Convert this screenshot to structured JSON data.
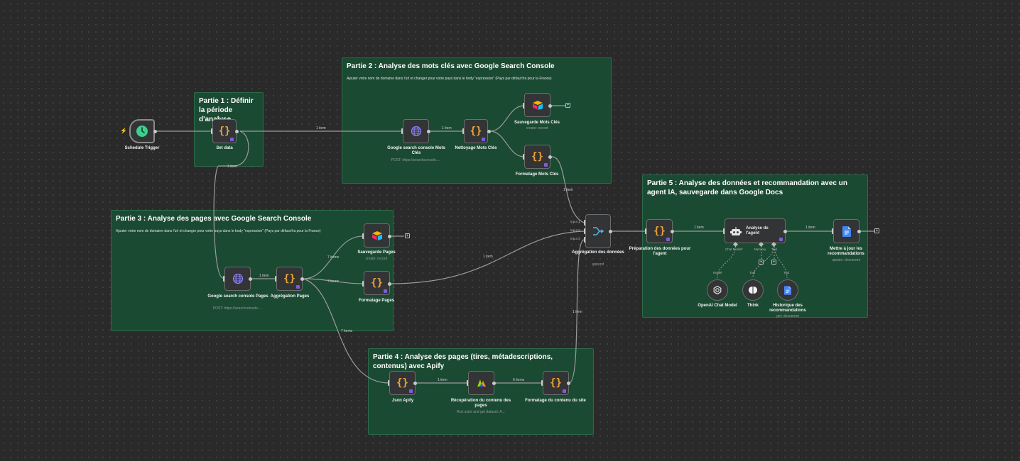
{
  "groups": {
    "p1": {
      "title": "Partie 1 : Définir la période d'analyse"
    },
    "p2": {
      "title": "Partie 2 : Analyse des mots clés avec Google Search Console",
      "note": "Ajouter votre nom de domaine dans l'url et changer pour votre pays dans le body \"expression\" (Pays par défaut:fra pour la France)"
    },
    "p3": {
      "title": "Partie 3 : Analyse des pages avec Google Search Console",
      "note": "Ajouter votre nom de domaine dans l'url et changer pour votre pays dans le body \"expression\" (Pays par défaut:fra pour la France)"
    },
    "p4": {
      "title": "Partie 4 : Analyse des pages (tires, métadescriptions, contenus) avec Apify"
    },
    "p5": {
      "title": "Partie 5 : Analyse des données et recommandation avec un agent IA, sauvegarde dans Google Docs"
    }
  },
  "nodes": {
    "schedule": {
      "label": "Schedule Trigger",
      "icon": "clock-icon"
    },
    "set_data": {
      "label": "Set data",
      "icon": "braces-icon"
    },
    "gsc_mots": {
      "label": "Google search console Mots Clés",
      "sub": "POST: https://searchconsole....",
      "icon": "globe-icon"
    },
    "nettoyage": {
      "label": "Nettoyage Mots Clés",
      "icon": "braces-icon"
    },
    "sauv_mots": {
      "label": "Sauvegarde Mots Clés",
      "sub": "create: record",
      "icon": "airtable-icon"
    },
    "format_mots": {
      "label": "Formatage Mots Clés",
      "icon": "braces-icon"
    },
    "gsc_pages": {
      "label": "Google search console Pages",
      "sub": "POST: https://searchconsole....",
      "icon": "globe-icon"
    },
    "aggr_pages": {
      "label": "Aggrégation Pages",
      "icon": "braces-icon"
    },
    "sauv_pages": {
      "label": "Sauvegarde Pages",
      "sub": "create: record",
      "icon": "airtable-icon"
    },
    "format_pages": {
      "label": "Formatage Pages",
      "icon": "braces-icon"
    },
    "json_apify": {
      "label": "Json Apify",
      "icon": "braces-icon"
    },
    "recup": {
      "label": "Récupération du contenu des pages",
      "sub": "Run actor and get dataset: A...",
      "icon": "apify-icon"
    },
    "format_site": {
      "label": "Formatage du contenu du site",
      "icon": "braces-icon"
    },
    "aggr_donnees": {
      "label": "Aggrégation des données",
      "sub": "append",
      "icon": "merge-icon"
    },
    "prep": {
      "label": "Préparation des données pour l'agent",
      "icon": "braces-icon"
    },
    "agent": {
      "label": "Analyse de l'agent",
      "icon": "robot-icon"
    },
    "maj": {
      "label": "Mettre à jour les recommandations",
      "sub": "update: document",
      "icon": "google-docs-icon"
    },
    "openai": {
      "label": "OpenAI Chat Model",
      "icon": "openai-icon"
    },
    "think": {
      "label": "Think",
      "icon": "brain-icon"
    },
    "historique": {
      "label": "Historique des recommandations",
      "sub": "get: document",
      "icon": "google-docs-icon"
    }
  },
  "merge_inputs": [
    "Input 1",
    "Input 2",
    "Input 3"
  ],
  "agent_ports": {
    "chat": "Chat Model*",
    "memory": "Memory",
    "tool": "Tool"
  },
  "sub_labels": {
    "model": "Model",
    "tool1": "Tool",
    "tool2": "Tool"
  },
  "wire_labels": {
    "w1": "1 item",
    "w2": "1 item",
    "w3": "1 item",
    "w4": "1 item",
    "w5": "7 items",
    "w6": "7 items",
    "w7": "7 items",
    "w8": "1 item",
    "w9": "1 item",
    "w10": "6 items",
    "w11": "1 item",
    "w12": "1 item",
    "w13": "1 item",
    "w14": "1 item"
  },
  "colors": {
    "canvas": "#2a2a2a",
    "group": "#1b4a33",
    "node": "#333435",
    "brace": "#f0a43a",
    "trigger": "#3ecf8e"
  }
}
